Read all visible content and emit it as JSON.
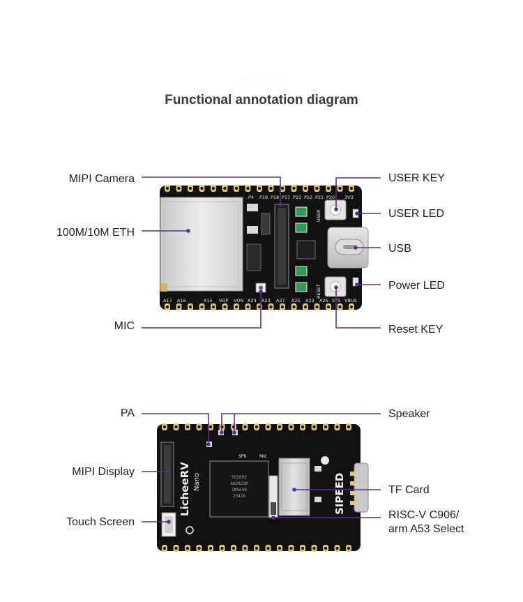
{
  "title": "Functional annotation diagram",
  "top_board": {
    "labels": {
      "mipi_camera": "MIPI Camera",
      "eth": "100M/10M ETH",
      "mic": "MIC",
      "user_key": "USER KEY",
      "user_led": "USER LED",
      "usb": "USB",
      "power_led": "Power LED",
      "reset_key": "Reset KEY"
    },
    "silk": {
      "top_pins": [
        "P4",
        "P19",
        "P18",
        "P17",
        "P23",
        "P22",
        "P21",
        "P20",
        "3V3"
      ],
      "bottom_pins": [
        "A17",
        "A16",
        "A15",
        "VOP",
        "VON",
        "A24",
        "A23",
        "A27",
        "A25",
        "A22",
        "A26",
        "SYS",
        "VBUS"
      ],
      "user": "USER",
      "reset": "RESET"
    }
  },
  "bottom_board": {
    "labels": {
      "pa": "PA",
      "speaker": "Speaker",
      "mipi_display": "MIPI Display",
      "tf_card": "TF Card",
      "touch_screen": "Touch Screen",
      "riscv_line1": "RISC-V C906/",
      "riscv_line2": "arm A53 Select"
    },
    "silk": {
      "board_name": "LicheeRV",
      "board_sub": "Nano",
      "brand": "SIPEED",
      "spk": "SPK",
      "mic": "MIC",
      "chip_lines": [
        "SG2002",
        "AA20230",
        "IMS648",
        "23478"
      ]
    }
  },
  "colors": {
    "accent": "#5b2e91",
    "board": "#121212",
    "pad": "#e3c777",
    "silk": "#f0f0f0",
    "label_text": "#222222"
  }
}
